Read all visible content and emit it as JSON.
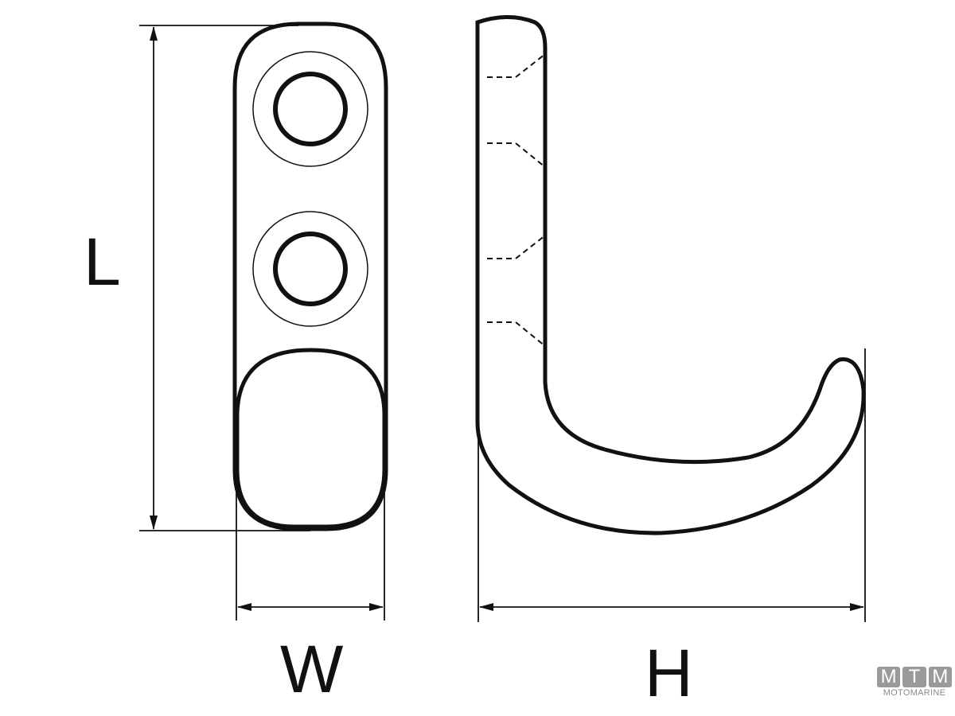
{
  "labels": {
    "length": "L",
    "width": "W",
    "height": "H"
  },
  "logo": {
    "letters": [
      "M",
      "T",
      "M"
    ],
    "subtitle": "MOTOMARINE"
  },
  "colors": {
    "line": "#111111",
    "logo": "#9a9a9a"
  }
}
